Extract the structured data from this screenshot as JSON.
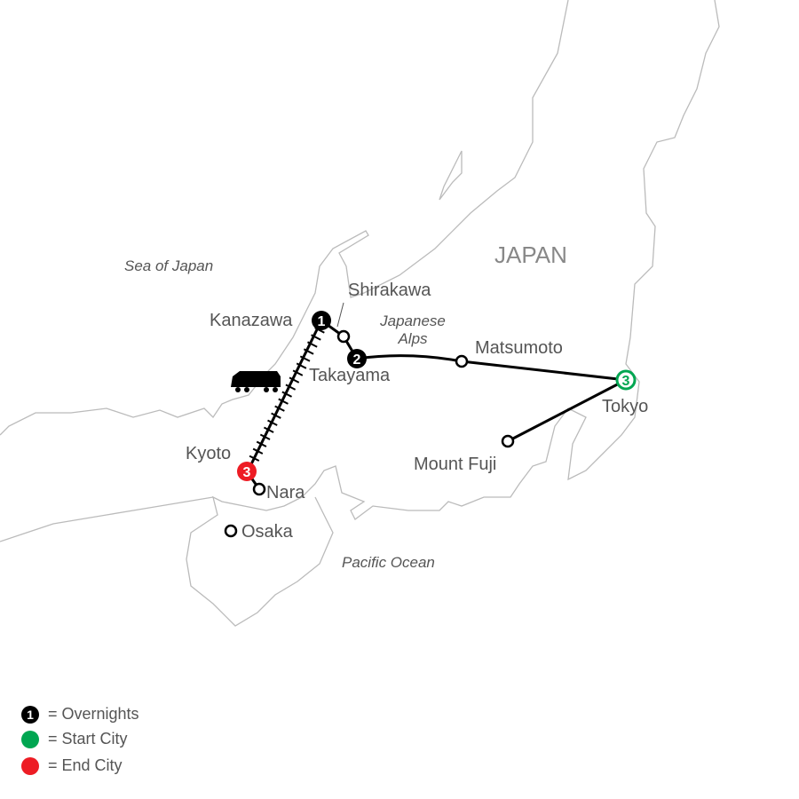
{
  "country": "JAPAN",
  "water": {
    "sea_of_japan": "Sea of Japan",
    "pacific": "Pacific Ocean"
  },
  "region": {
    "line1": "Japanese",
    "line2": "Alps"
  },
  "cities": {
    "kanazawa": {
      "name": "Kanazawa",
      "nights": "1"
    },
    "shirakawa": {
      "name": "Shirakawa"
    },
    "takayama": {
      "name": "Takayama",
      "nights": "2"
    },
    "matsumoto": {
      "name": "Matsumoto"
    },
    "tokyo": {
      "name": "Tokyo",
      "nights": "3"
    },
    "mount_fuji": {
      "name": "Mount Fuji"
    },
    "kyoto": {
      "name": "Kyoto",
      "nights": "3"
    },
    "nara": {
      "name": "Nara"
    },
    "osaka": {
      "name": "Osaka"
    }
  },
  "legend": [
    {
      "symbol": "1",
      "label": "= Overnights",
      "color": "#000000"
    },
    {
      "symbol": "",
      "label": "= Start City",
      "color": "#00a651"
    },
    {
      "symbol": "",
      "label": "= End City",
      "color": "#ed1c24"
    }
  ],
  "icons": {
    "train": "train-icon"
  }
}
